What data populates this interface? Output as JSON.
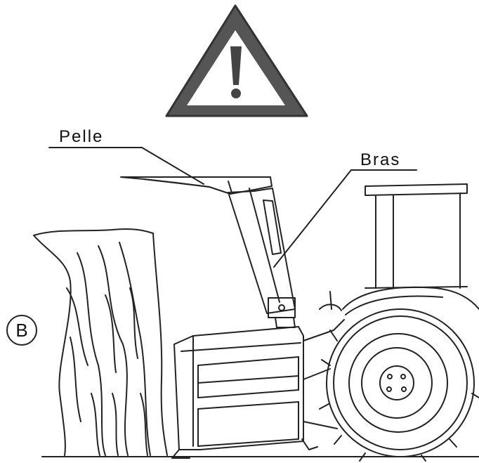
{
  "labels": {
    "shovel": "Pelle",
    "arm": "Bras",
    "view": "B"
  },
  "warning_icon": {
    "name": "warning-triangle-icon",
    "fill": "#555555",
    "symbol_color": "#ffffff"
  },
  "line_color": "#222222"
}
